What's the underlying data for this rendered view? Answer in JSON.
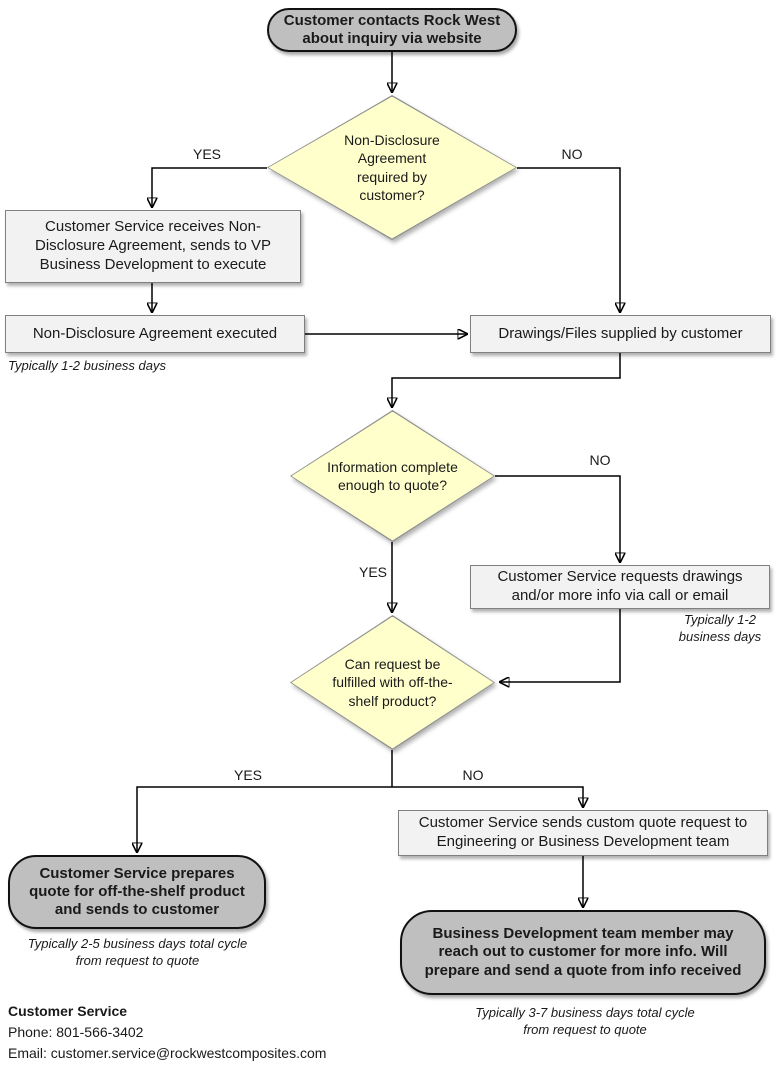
{
  "nodes": {
    "start": {
      "text": "Customer contacts Rock West about inquiry via website"
    },
    "nda_decision": {
      "text": "Non-Disclosure Agreement required by customer?"
    },
    "nda_receive": {
      "text": "Customer Service receives Non-Disclosure Agreement, sends to VP Business Development to execute"
    },
    "nda_executed": {
      "text": "Non-Disclosure Agreement executed"
    },
    "drawings_supplied": {
      "text": "Drawings/Files supplied by customer"
    },
    "info_decision": {
      "text": "Information complete enough to quote?"
    },
    "request_info": {
      "text": "Customer Service requests drawings and/or more info via call or email"
    },
    "off_shelf_decision": {
      "text": "Can request be fulfilled with off-the-shelf product?"
    },
    "prepare_quote": {
      "text": "Customer Service prepares quote for off-the-shelf product and sends to customer"
    },
    "custom_quote": {
      "text": "Customer Service sends custom quote request to Engineering or Business Development team"
    },
    "bd_outreach": {
      "text": "Business Development team member may reach out to customer for more info. Will prepare and send a quote from info received"
    }
  },
  "labels": {
    "yes": "YES",
    "no": "NO"
  },
  "notes": {
    "nda_time": "Typically 1-2 business days",
    "info_time": "Typically 1-2\nbusiness days",
    "offshelf_time": "Typically 2-5 business days total cycle\nfrom request to quote",
    "custom_time": "Typically 3-7 business days total cycle\nfrom request to quote"
  },
  "contact": {
    "title": "Customer Service",
    "phone": "Phone: 801-566-3402",
    "email": "Email: customer.service@rockwestcomposites.com"
  },
  "colors": {
    "terminator_fill": "#bfbfbf",
    "process_fill": "#f2f2f2",
    "decision_fill": "#ffffcc"
  }
}
